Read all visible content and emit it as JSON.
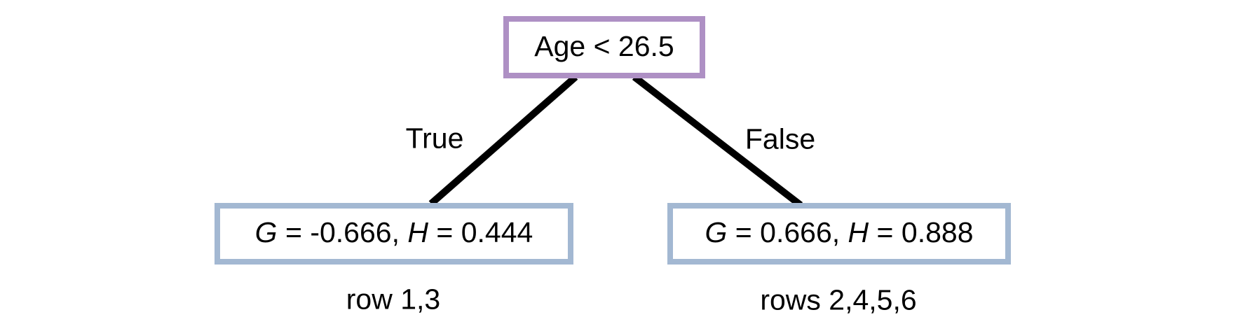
{
  "diagram": {
    "type": "decision-tree",
    "title_text": "",
    "colors": {
      "root_border": "#ae90c4",
      "leaf_border": "#a3b8d2",
      "node_fill": "#ffffff",
      "edge_stroke": "#000000",
      "text": "#000000",
      "background": "#ffffff"
    },
    "root": {
      "label_full": "Age < 26.5",
      "feature": "Age",
      "operator": "<",
      "threshold": "26.5"
    },
    "edges": [
      {
        "label": "True",
        "from": "root",
        "to": "leaf-left"
      },
      {
        "label": "False",
        "from": "root",
        "to": "leaf-right"
      }
    ],
    "leaves": [
      {
        "id": "leaf-left",
        "g_symbol": "G",
        "g_equals": " = ",
        "g_value": "-0.666",
        "separator": ", ",
        "h_symbol": "H",
        "h_equals": " = ",
        "h_value": "0.444",
        "label_full": "G = -0.666, H = 0.444",
        "caption": "row 1,3"
      },
      {
        "id": "leaf-right",
        "g_symbol": "G",
        "g_equals": " = ",
        "g_value": "0.666",
        "separator": ", ",
        "h_symbol": "H",
        "h_equals": " = ",
        "h_value": "0.888",
        "label_full": "G = 0.666, H = 0.888",
        "caption": "rows 2,4,5,6"
      }
    ]
  }
}
